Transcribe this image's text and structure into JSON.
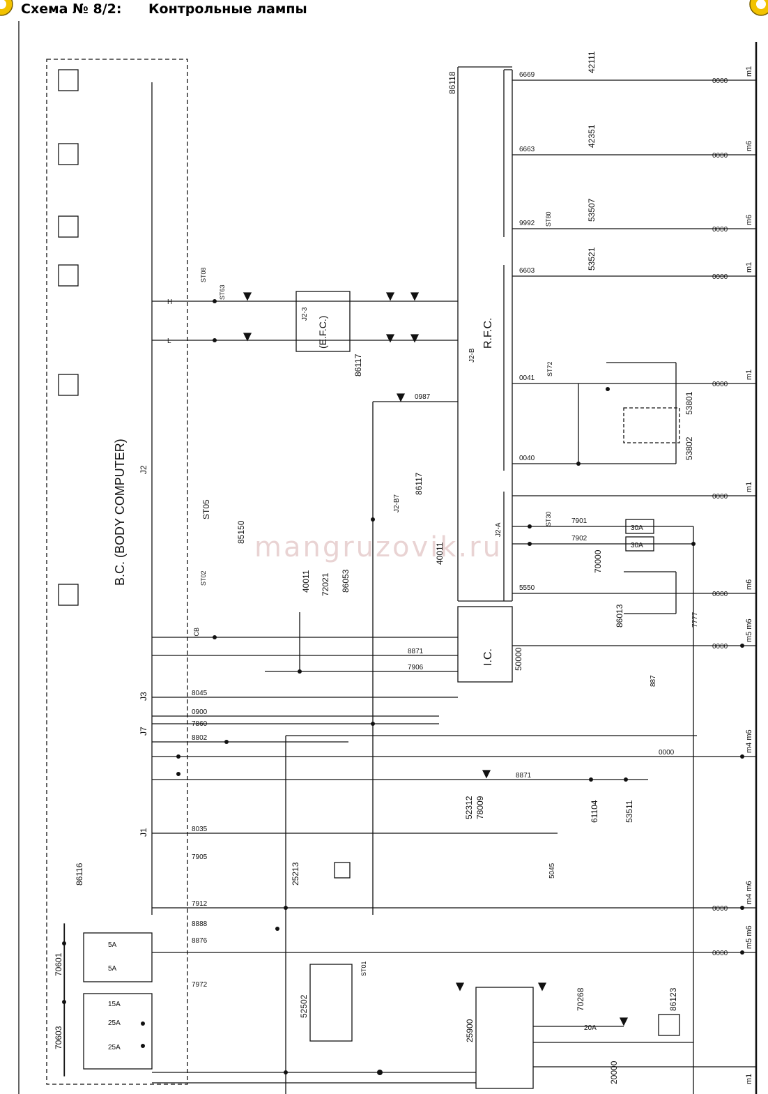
{
  "header": {
    "number": "Схема № 8/2:",
    "title": "Контрольные лампы"
  },
  "watermark": "mangruzovik.ru",
  "blocks": {
    "body_computer": "B.C. (BODY COMPUTER)",
    "rfc": "R.F.C.",
    "efc": "(E.F.C.)",
    "ic": "I.C."
  },
  "components": {
    "c86118": "86118",
    "c86117a": "86117",
    "c86117b": "86117",
    "c86116": "86116",
    "c42111": "42111",
    "c42351": "42351",
    "c53507": "53507",
    "c53521": "53521",
    "c53801": "53801",
    "c53802": "53802",
    "c70000": "70000",
    "c86013": "86013",
    "c50000": "50000",
    "c85150": "85150",
    "st05": "ST05",
    "c40011": "40011",
    "c72021": "72021",
    "c86053": "86053",
    "c52312": "52312",
    "c78009": "78009",
    "c61104": "61104",
    "c53511": "53511",
    "c25213": "25213",
    "c52502": "52502",
    "c25900": "25900",
    "c70268": "70268",
    "c86123": "86123",
    "c20000": "20000",
    "c70601": "70601",
    "c70603": "70603",
    "c40011b": "40011",
    "c887": "887"
  },
  "grounds": [
    "m1",
    "m6",
    "m6",
    "m1",
    "m1",
    "m1",
    "m6",
    "m5 m6",
    "m4 m6",
    "m4 m6",
    "m5 m6",
    "m1"
  ],
  "wires": {
    "w0000": "0000",
    "w6669": "6669",
    "w6663": "6663",
    "w9992": "9992",
    "w6603": "6603",
    "w0041": "0041",
    "w0040": "0040",
    "w7901": "7901",
    "w7902": "7902",
    "w5550": "5550",
    "w7777": "7777",
    "w0987": "0987",
    "w8871": "8871",
    "w7906": "7906",
    "w8045": "8045",
    "w0900": "0900",
    "w7860": "7860",
    "w5045": "5045",
    "w8802": "8802",
    "w8035": "8035",
    "w7905": "7905",
    "w7912": "7912",
    "w8888": "8888",
    "w8876": "8876",
    "w7972": "7972"
  },
  "connectors": {
    "j2": "J2",
    "j3": "J3",
    "j7": "J7",
    "j1": "J1",
    "j2b": "J2-B",
    "j2a": "J2-A",
    "j23": "J2-3",
    "j2b7": "J2-B7"
  },
  "fuses": {
    "f30a": "30A",
    "f5a": "5A",
    "f15a": "15A",
    "f25a": "25A",
    "f20a": "20A"
  },
  "labels": {
    "st08": "ST08",
    "st63": "ST63",
    "st02": "ST02",
    "st72": "ST72",
    "st30": "ST30",
    "st80": "ST80",
    "st01": "ST01",
    "h": "H",
    "l": "L",
    "icb": "ICB"
  }
}
